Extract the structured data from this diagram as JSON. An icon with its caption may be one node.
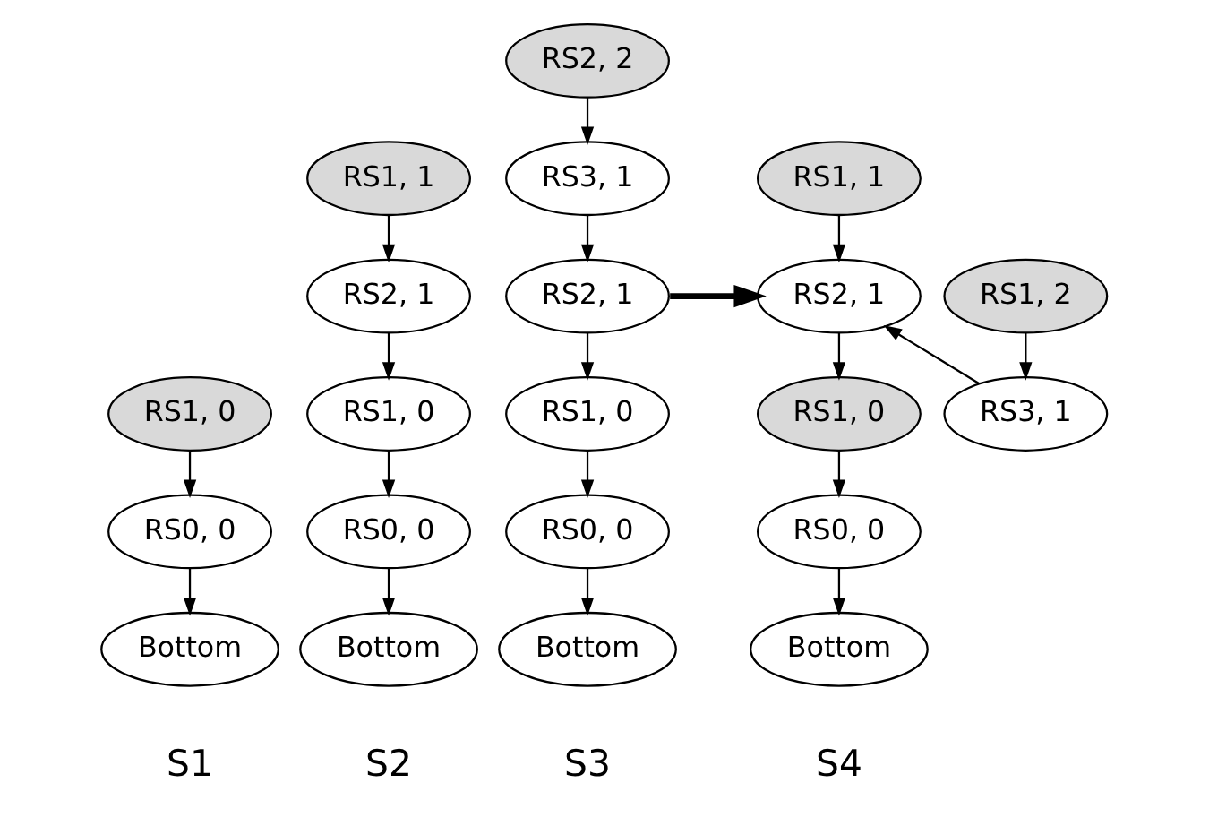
{
  "diagram": {
    "nodes": [
      {
        "text": [
          "RS1, 0"
        ]
      },
      {
        "text": [
          "RS0, 0"
        ]
      },
      {
        "text": [
          "Bottom"
        ]
      },
      {
        "text": [
          "RS1, 1"
        ]
      },
      {
        "text": [
          "RS2, 1"
        ]
      },
      {
        "text": [
          "RS1, 0"
        ]
      },
      {
        "text": [
          "RS0, 0"
        ]
      },
      {
        "text": [
          "Bottom"
        ]
      },
      {
        "text": [
          "RS2, 2"
        ]
      },
      {
        "text": [
          "RS3, 1"
        ]
      },
      {
        "text": [
          "RS2, 1"
        ]
      },
      {
        "text": [
          "RS1, 0"
        ]
      },
      {
        "text": [
          "RS0, 0"
        ]
      },
      {
        "text": [
          "Bottom"
        ]
      },
      {
        "text": [
          "RS2, 1"
        ]
      },
      {
        "text": [
          "RS1, 0"
        ]
      },
      {
        "text": [
          "RS0, 0"
        ]
      },
      {
        "text": [
          "Bottom"
        ]
      },
      {
        "text": [
          "RS1, 1"
        ]
      },
      {
        "text": [
          "RS1, 2"
        ]
      },
      {
        "text": [
          "RS3, 1"
        ]
      }
    ],
    "edges": [
      {
        "from": 0,
        "to": 1,
        "arrow": "to"
      },
      {
        "from": 1,
        "to": 2,
        "arrow": "to"
      },
      {
        "from": 3,
        "to": 4,
        "arrow": "to"
      },
      {
        "from": 4,
        "to": 5,
        "arrow": "to"
      },
      {
        "from": 5,
        "to": 6,
        "arrow": "to"
      },
      {
        "from": 6,
        "to": 7,
        "arrow": "to"
      },
      {
        "from": 8,
        "to": 9,
        "arrow": "to"
      },
      {
        "from": 9,
        "to": 10,
        "arrow": "to"
      },
      {
        "from": 10,
        "to": 11,
        "arrow": "to"
      },
      {
        "from": 11,
        "to": 12,
        "arrow": "to"
      },
      {
        "from": 12,
        "to": 13,
        "arrow": "to"
      },
      {
        "from": 10,
        "to": 14,
        "arrow": "to",
        "style": "thick"
      },
      {
        "from": 14,
        "to": 15,
        "arrow": "to"
      },
      {
        "from": 15,
        "to": 16,
        "arrow": "to"
      },
      {
        "from": 16,
        "to": 17,
        "arrow": "to"
      },
      {
        "from": 18,
        "to": 14,
        "arrow": "to"
      },
      {
        "from": 19,
        "to": 20,
        "arrow": "to"
      },
      {
        "from": 20,
        "to": 14,
        "arrow": "to"
      }
    ],
    "labels": [
      "S1",
      "S2",
      "S3",
      "S4"
    ]
  }
}
